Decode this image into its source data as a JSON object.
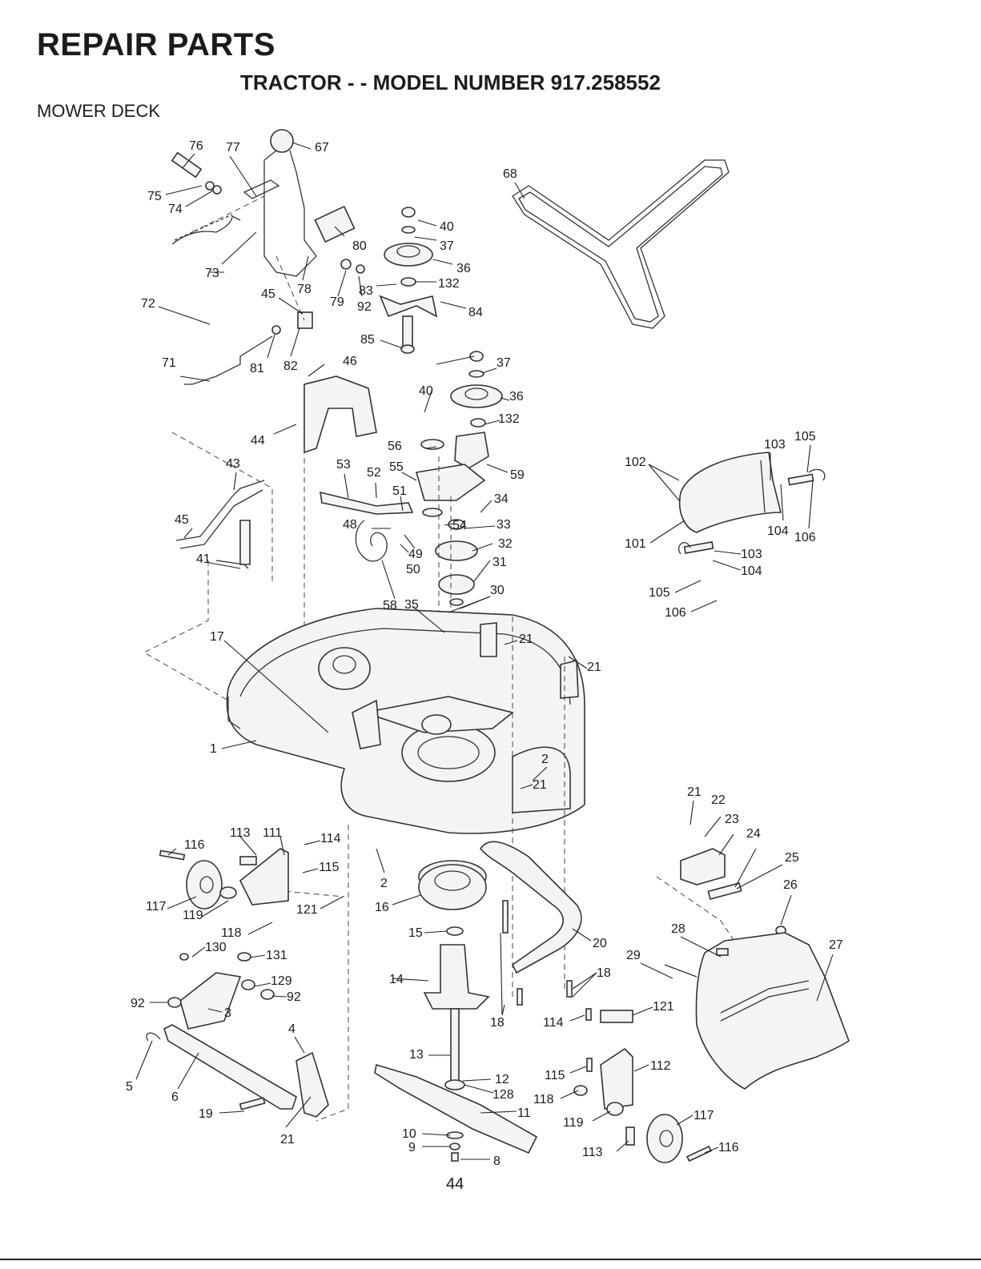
{
  "header": {
    "title": "REPAIR PARTS",
    "subtitle": "TRACTOR - - MODEL NUMBER 917.258552",
    "section": "MOWER DECK"
  },
  "callouts": [
    "76",
    "77",
    "67",
    "75",
    "74",
    "73",
    "80",
    "78",
    "79",
    "83",
    "92",
    "45",
    "72",
    "81",
    "82",
    "71",
    "46",
    "85",
    "40",
    "37",
    "36",
    "132",
    "84",
    "68",
    "44",
    "43",
    "53",
    "52",
    "56",
    "55",
    "51",
    "48",
    "49",
    "50",
    "58",
    "35",
    "59",
    "34",
    "54",
    "33",
    "32",
    "31",
    "30",
    "41",
    "17",
    "21",
    "2",
    "1",
    "102",
    "103",
    "105",
    "104",
    "106",
    "101",
    "116",
    "113",
    "111",
    "114",
    "115",
    "117",
    "119",
    "121",
    "118",
    "130",
    "131",
    "129",
    "3",
    "4",
    "5",
    "6",
    "19",
    "16",
    "15",
    "14",
    "20",
    "18",
    "13",
    "12",
    "128",
    "11",
    "10",
    "9",
    "8",
    "22",
    "23",
    "24",
    "25",
    "26",
    "28",
    "29",
    "27",
    "112"
  ],
  "footer": {
    "page_number": "44"
  }
}
